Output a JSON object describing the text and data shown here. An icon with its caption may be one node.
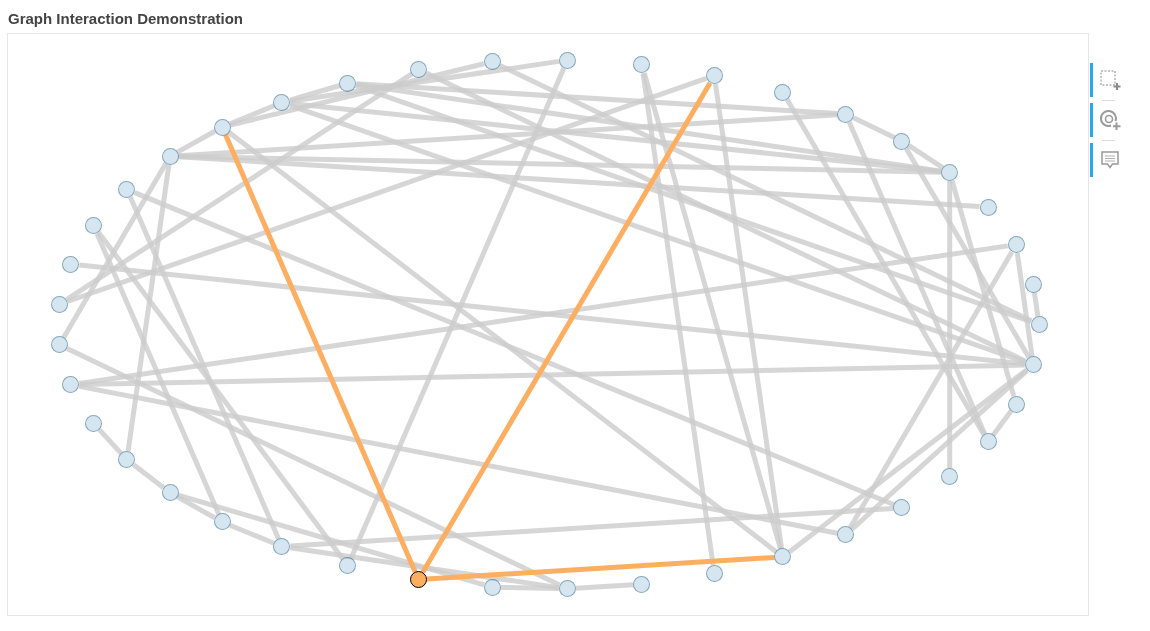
{
  "diagram": {
    "title": "Graph Interaction Demonstration",
    "nodes": [
      {
        "text": [],
        "shape": "circle"
      },
      {
        "text": [],
        "shape": "circle"
      },
      {
        "text": [],
        "shape": "circle"
      },
      {
        "text": [],
        "shape": "circle"
      },
      {
        "text": [],
        "shape": "circle"
      },
      {
        "text": [],
        "shape": "circle"
      },
      {
        "text": [],
        "shape": "circle"
      },
      {
        "text": [],
        "shape": "circle"
      },
      {
        "text": [],
        "shape": "circle"
      },
      {
        "text": [],
        "shape": "circle"
      },
      {
        "text": [],
        "shape": "circle"
      },
      {
        "text": [],
        "shape": "circle"
      },
      {
        "text": [],
        "shape": "circle"
      },
      {
        "text": [],
        "shape": "circle"
      },
      {
        "text": [],
        "shape": "circle"
      },
      {
        "text": [],
        "shape": "circle"
      },
      {
        "text": [],
        "shape": "circle"
      },
      {
        "text": [],
        "shape": "circle"
      },
      {
        "text": [],
        "shape": "circle"
      },
      {
        "text": [],
        "shape": "circle"
      },
      {
        "text": [],
        "shape": "circle"
      },
      {
        "text": [],
        "shape": "circle"
      },
      {
        "text": [],
        "shape": "circle"
      },
      {
        "text": [],
        "shape": "circle"
      },
      {
        "text": [],
        "shape": "circle"
      },
      {
        "text": [],
        "shape": "circle"
      },
      {
        "text": [],
        "shape": "circle"
      },
      {
        "text": [],
        "shape": "circle"
      },
      {
        "text": [],
        "shape": "circle"
      },
      {
        "text": [],
        "shape": "circle"
      },
      {
        "text": [],
        "shape": "circle"
      },
      {
        "text": [],
        "shape": "circle"
      },
      {
        "text": [],
        "shape": "circle"
      },
      {
        "text": [],
        "shape": "circle"
      },
      {
        "text": [],
        "shape": "circle"
      },
      {
        "text": [],
        "shape": "circle"
      },
      {
        "text": [],
        "shape": "circle"
      },
      {
        "text": [],
        "shape": "circle"
      },
      {
        "text": [],
        "shape": "circle"
      },
      {
        "text": [],
        "shape": "circle"
      },
      {
        "text": [],
        "shape": "circle"
      }
    ],
    "edges": [
      {
        "from": 29,
        "to": 15,
        "arrow": "none",
        "color": "#fdae61"
      },
      {
        "from": 29,
        "to": 8,
        "arrow": "none",
        "color": "#fdae61"
      },
      {
        "from": 29,
        "to": 34,
        "arrow": "none",
        "color": "#fdae61"
      },
      {
        "from": 13,
        "to": 14,
        "arrow": "none"
      },
      {
        "from": 14,
        "to": 15,
        "arrow": "none"
      },
      {
        "from": 15,
        "to": 16,
        "arrow": "none"
      },
      {
        "from": 13,
        "to": 6,
        "arrow": "none"
      },
      {
        "from": 13,
        "to": 4,
        "arrow": "none"
      },
      {
        "from": 13,
        "to": 0,
        "arrow": "none"
      },
      {
        "from": 14,
        "to": 10,
        "arrow": "none"
      },
      {
        "from": 14,
        "to": 40,
        "arrow": "none"
      },
      {
        "from": 14,
        "to": 4,
        "arrow": "none"
      },
      {
        "from": 15,
        "to": 11,
        "arrow": "none"
      },
      {
        "from": 15,
        "to": 34,
        "arrow": "none"
      },
      {
        "from": 16,
        "to": 6,
        "arrow": "none"
      },
      {
        "from": 16,
        "to": 4,
        "arrow": "none"
      },
      {
        "from": 16,
        "to": 3,
        "arrow": "none"
      },
      {
        "from": 16,
        "to": 21,
        "arrow": "none"
      },
      {
        "from": 16,
        "to": 24,
        "arrow": "none"
      },
      {
        "from": 12,
        "to": 20,
        "arrow": "none"
      },
      {
        "from": 12,
        "to": 40,
        "arrow": "none"
      },
      {
        "from": 11,
        "to": 0,
        "arrow": "none"
      },
      {
        "from": 10,
        "to": 28,
        "arrow": "none"
      },
      {
        "from": 9,
        "to": 33,
        "arrow": "none"
      },
      {
        "from": 9,
        "to": 34,
        "arrow": "none"
      },
      {
        "from": 8,
        "to": 34,
        "arrow": "none"
      },
      {
        "from": 8,
        "to": 20,
        "arrow": "none"
      },
      {
        "from": 7,
        "to": 38,
        "arrow": "none"
      },
      {
        "from": 6,
        "to": 5,
        "arrow": "none"
      },
      {
        "from": 6,
        "to": 38,
        "arrow": "none"
      },
      {
        "from": 5,
        "to": 4,
        "arrow": "none"
      },
      {
        "from": 5,
        "to": 40,
        "arrow": "none"
      },
      {
        "from": 4,
        "to": 37,
        "arrow": "none"
      },
      {
        "from": 4,
        "to": 39,
        "arrow": "none"
      },
      {
        "from": 17,
        "to": 36,
        "arrow": "none"
      },
      {
        "from": 17,
        "to": 27,
        "arrow": "none"
      },
      {
        "from": 18,
        "to": 26,
        "arrow": "none"
      },
      {
        "from": 18,
        "to": 28,
        "arrow": "none"
      },
      {
        "from": 19,
        "to": 40,
        "arrow": "none"
      },
      {
        "from": 21,
        "to": 31,
        "arrow": "none"
      },
      {
        "from": 22,
        "to": 2,
        "arrow": "none"
      },
      {
        "from": 22,
        "to": 40,
        "arrow": "none"
      },
      {
        "from": 22,
        "to": 35,
        "arrow": "none"
      },
      {
        "from": 23,
        "to": 24,
        "arrow": "none"
      },
      {
        "from": 24,
        "to": 25,
        "arrow": "none"
      },
      {
        "from": 25,
        "to": 26,
        "arrow": "none"
      },
      {
        "from": 25,
        "to": 30,
        "arrow": "none"
      },
      {
        "from": 26,
        "to": 27,
        "arrow": "none"
      },
      {
        "from": 27,
        "to": 36,
        "arrow": "none"
      },
      {
        "from": 27,
        "to": 31,
        "arrow": "none"
      },
      {
        "from": 30,
        "to": 31,
        "arrow": "none"
      },
      {
        "from": 31,
        "to": 32,
        "arrow": "none"
      },
      {
        "from": 34,
        "to": 40,
        "arrow": "none"
      },
      {
        "from": 35,
        "to": 2,
        "arrow": "none"
      },
      {
        "from": 35,
        "to": 40,
        "arrow": "none"
      },
      {
        "from": 2,
        "to": 40,
        "arrow": "none"
      },
      {
        "from": 1,
        "to": 0,
        "arrow": "none"
      },
      {
        "from": 38,
        "to": 39,
        "arrow": "none"
      }
    ]
  }
}
